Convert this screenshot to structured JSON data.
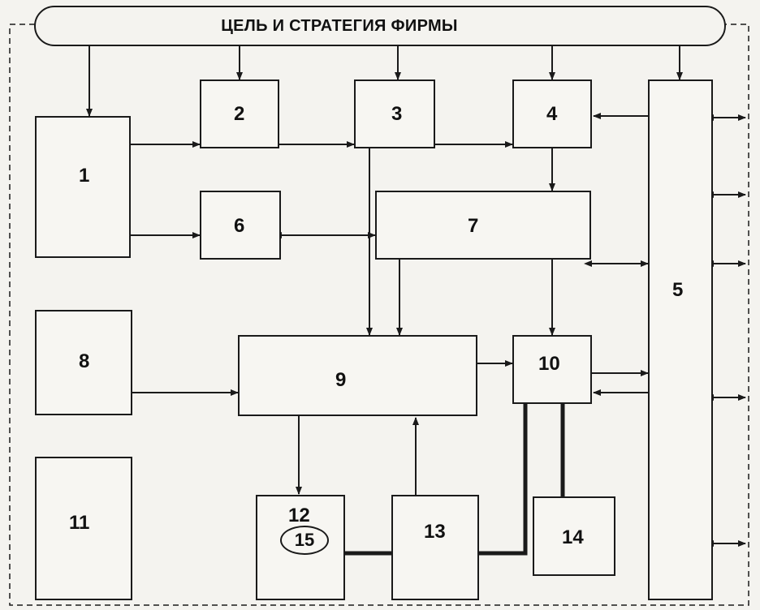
{
  "diagram": {
    "title": "ЦЕЛЬ И СТРАТЕГИЯ ФИРМЫ",
    "blocks": [
      {
        "id": "b1",
        "label": "1"
      },
      {
        "id": "b2",
        "label": "2"
      },
      {
        "id": "b3",
        "label": "3"
      },
      {
        "id": "b4",
        "label": "4"
      },
      {
        "id": "b5",
        "label": "5"
      },
      {
        "id": "b6",
        "label": "6"
      },
      {
        "id": "b7",
        "label": "7"
      },
      {
        "id": "b8",
        "label": "8"
      },
      {
        "id": "b9",
        "label": "9"
      },
      {
        "id": "b10",
        "label": "10"
      },
      {
        "id": "b11",
        "label": "11"
      },
      {
        "id": "b12",
        "label": "12"
      },
      {
        "id": "b13",
        "label": "13"
      },
      {
        "id": "b14",
        "label": "14"
      },
      {
        "id": "b15",
        "label": "15"
      }
    ]
  },
  "colors": {
    "line": "#1a1a1a",
    "background": "#f4f3ef"
  }
}
